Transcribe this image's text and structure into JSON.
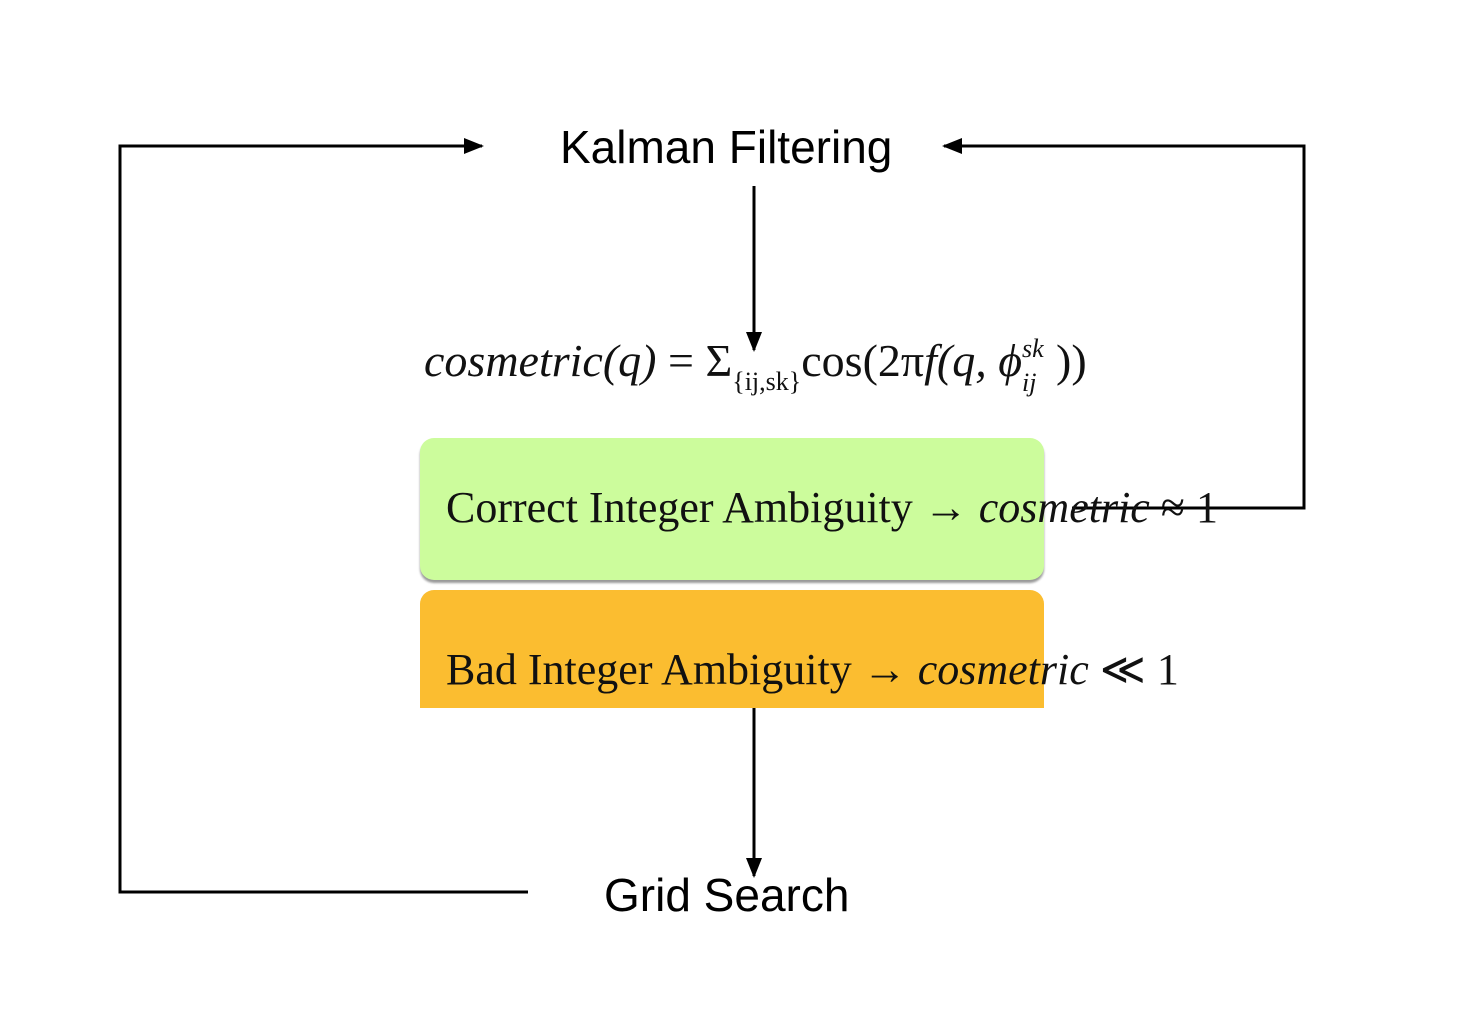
{
  "nodes": {
    "kalman": "Kalman Filtering",
    "grid": "Grid Search"
  },
  "formula": {
    "lhs": "cosmetric(q)",
    "eq": "=",
    "sigma": "Σ",
    "sigma_sub": "{ij,sk}",
    "cos_open": "cos(2π",
    "f": "f",
    "args_open": "(q, ϕ",
    "sup": "sk",
    "sub": "ij",
    "close": "))"
  },
  "outcomes": {
    "correct": {
      "label": "Correct Integer Ambiguity",
      "arrow": "→",
      "metric": "cosmetric",
      "relation": "≈ 1",
      "color": "#ccfc9c"
    },
    "bad": {
      "label": "Bad Integer Ambiguity",
      "arrow": "→",
      "metric": "cosmetric",
      "relation": "≪ 1",
      "color": "#fbbd30"
    }
  }
}
